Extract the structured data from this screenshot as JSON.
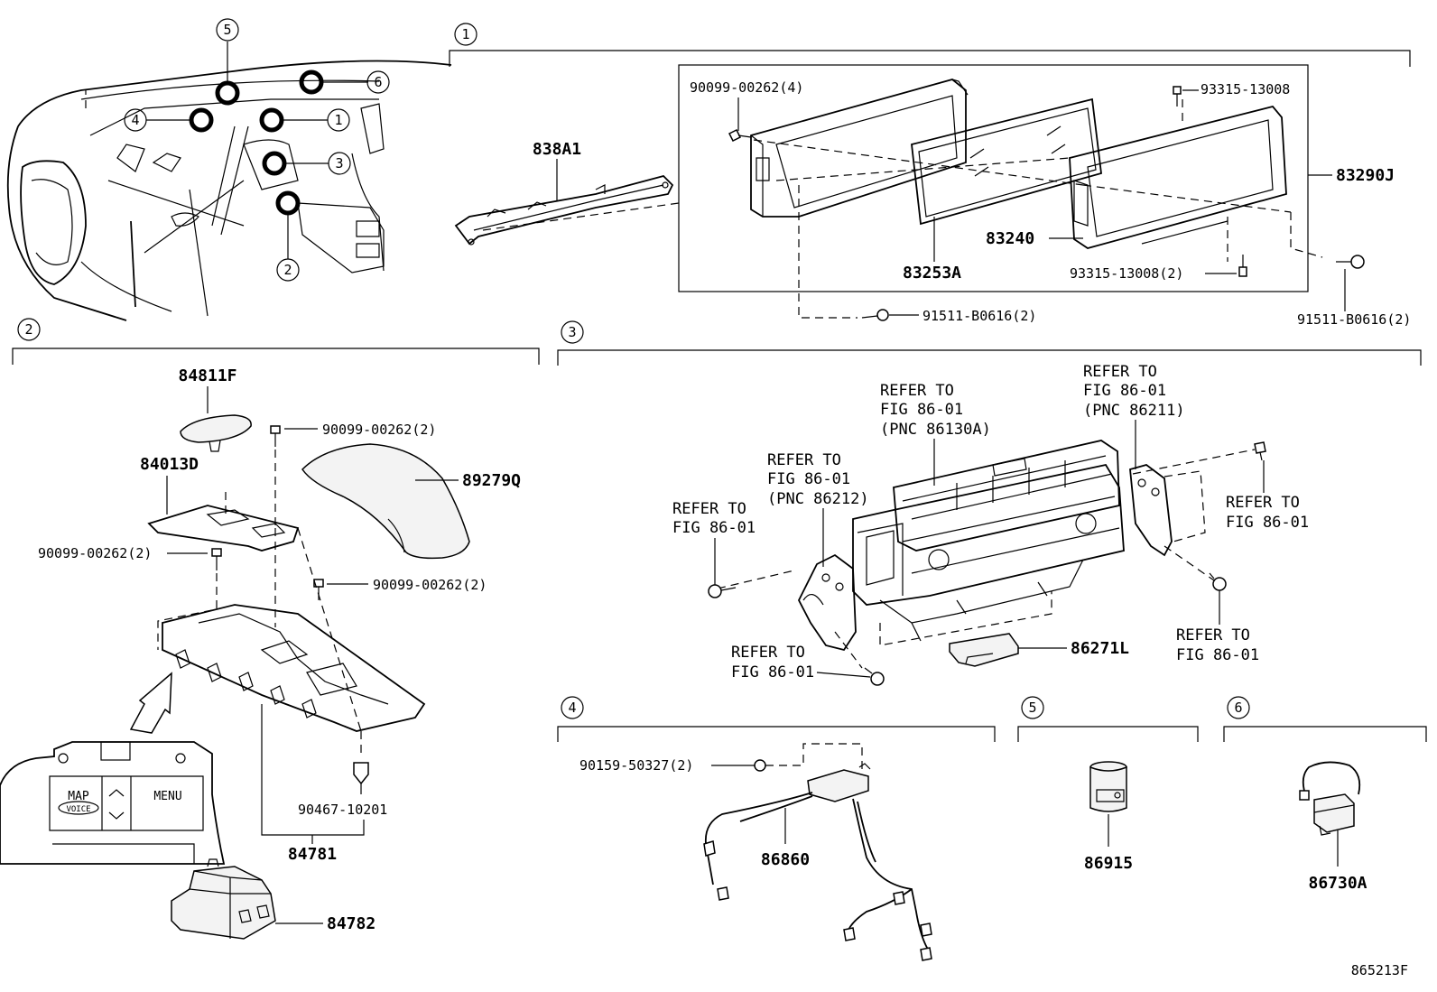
{
  "diagram_id": "865213F",
  "callouts": [
    "1",
    "2",
    "3",
    "4",
    "5",
    "6"
  ],
  "section1": {
    "n": "1",
    "bracket_838A1": "838A1",
    "screw_top_left": "90099-00262(4)",
    "screw_top_right": "93315-13008",
    "assy": "83290J",
    "panel": "83240",
    "glass": "83253A",
    "screw_bottom": "93315-13008(2)",
    "bolt_center": "91511-B0616(2)",
    "bolt_right": "91511-B0616(2)"
  },
  "section2": {
    "n": "2",
    "knob": "84811F",
    "plate": "84013D",
    "screw_a": "90099-00262(2)",
    "screw_b": "90099-00262(2)",
    "screw_c": "90099-00262(2)",
    "cover": "89279Q",
    "clip": "90467-10201",
    "base": "84781",
    "switch": "84782",
    "map_label": "MAP",
    "voice_label": "VOICE",
    "menu_label": "MENU"
  },
  "section3": {
    "n": "3",
    "ref_center_1": "REFER TO",
    "ref_center_2": "FIG 86-01",
    "ref_center_3": "(PNC 86130A)",
    "ref_right_top_1": "REFER TO",
    "ref_right_top_2": "FIG 86-01",
    "ref_right_top_3": "(PNC 86211)",
    "ref_mid_1": "REFER TO",
    "ref_mid_2": "FIG 86-01",
    "ref_mid_3": "(PNC 86212)",
    "ref_left_1": "REFER TO",
    "ref_left_2": "FIG 86-01",
    "ref_right_1": "REFER TO",
    "ref_right_2": "FIG 86-01",
    "ref_bl_1": "REFER TO",
    "ref_bl_2": "FIG 86-01",
    "ref_br_1": "REFER TO",
    "ref_br_2": "FIG 86-01",
    "module": "86271L"
  },
  "section4": {
    "n": "4",
    "screw": "90159-50327(2)",
    "harness": "86860"
  },
  "section5": {
    "n": "5",
    "part": "86915"
  },
  "section6": {
    "n": "6",
    "part": "86730A"
  }
}
